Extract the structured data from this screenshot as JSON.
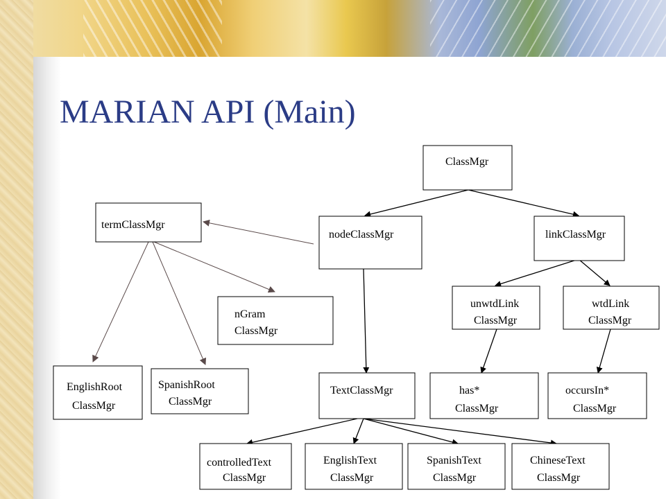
{
  "slide": {
    "title": "MARIAN API (Main)"
  },
  "colors": {
    "title": "#2b3c86",
    "box_border": "#000000",
    "connector_dark": "#000000",
    "connector_gray": "#5a4a4a"
  },
  "nodes": {
    "class_mgr": {
      "lines": [
        "ClassMgr"
      ]
    },
    "term_class_mgr": {
      "lines": [
        "termClassMgr"
      ]
    },
    "node_class_mgr": {
      "lines": [
        "nodeClassMgr"
      ]
    },
    "link_class_mgr": {
      "lines": [
        "linkClassMgr"
      ]
    },
    "unwtd_link": {
      "lines": [
        "unwtdLink",
        "ClassMgr"
      ]
    },
    "wtd_link": {
      "lines": [
        "wtdLink",
        "ClassMgr"
      ]
    },
    "ngram": {
      "lines": [
        "nGram",
        "ClassMgr"
      ]
    },
    "english_root": {
      "lines": [
        "EnglishRoot",
        "ClassMgr"
      ]
    },
    "spanish_root": {
      "lines": [
        "SpanishRoot",
        "ClassMgr"
      ]
    },
    "text_class_mgr": {
      "lines": [
        "TextClassMgr"
      ]
    },
    "has": {
      "lines": [
        "has*",
        "ClassMgr"
      ]
    },
    "occurs_in": {
      "lines": [
        "occursIn*",
        "ClassMgr"
      ]
    },
    "controlled_text": {
      "lines": [
        "controlledText",
        "ClassMgr"
      ]
    },
    "english_text": {
      "lines": [
        "EnglishText",
        "ClassMgr"
      ]
    },
    "spanish_text": {
      "lines": [
        "SpanishText",
        "ClassMgr"
      ]
    },
    "chinese_text": {
      "lines": [
        "ChineseText",
        "ClassMgr"
      ]
    }
  },
  "edges": [
    {
      "from": "class_mgr",
      "to": "node_class_mgr"
    },
    {
      "from": "class_mgr",
      "to": "link_class_mgr"
    },
    {
      "from": "node_class_mgr",
      "to": "term_class_mgr"
    },
    {
      "from": "node_class_mgr",
      "to": "text_class_mgr"
    },
    {
      "from": "link_class_mgr",
      "to": "unwtd_link"
    },
    {
      "from": "link_class_mgr",
      "to": "wtd_link"
    },
    {
      "from": "unwtd_link",
      "to": "has"
    },
    {
      "from": "wtd_link",
      "to": "occurs_in"
    },
    {
      "from": "term_class_mgr",
      "to": "ngram"
    },
    {
      "from": "term_class_mgr",
      "to": "english_root"
    },
    {
      "from": "term_class_mgr",
      "to": "spanish_root"
    },
    {
      "from": "text_class_mgr",
      "to": "controlled_text"
    },
    {
      "from": "text_class_mgr",
      "to": "english_text"
    },
    {
      "from": "text_class_mgr",
      "to": "spanish_text"
    },
    {
      "from": "text_class_mgr",
      "to": "chinese_text"
    }
  ]
}
